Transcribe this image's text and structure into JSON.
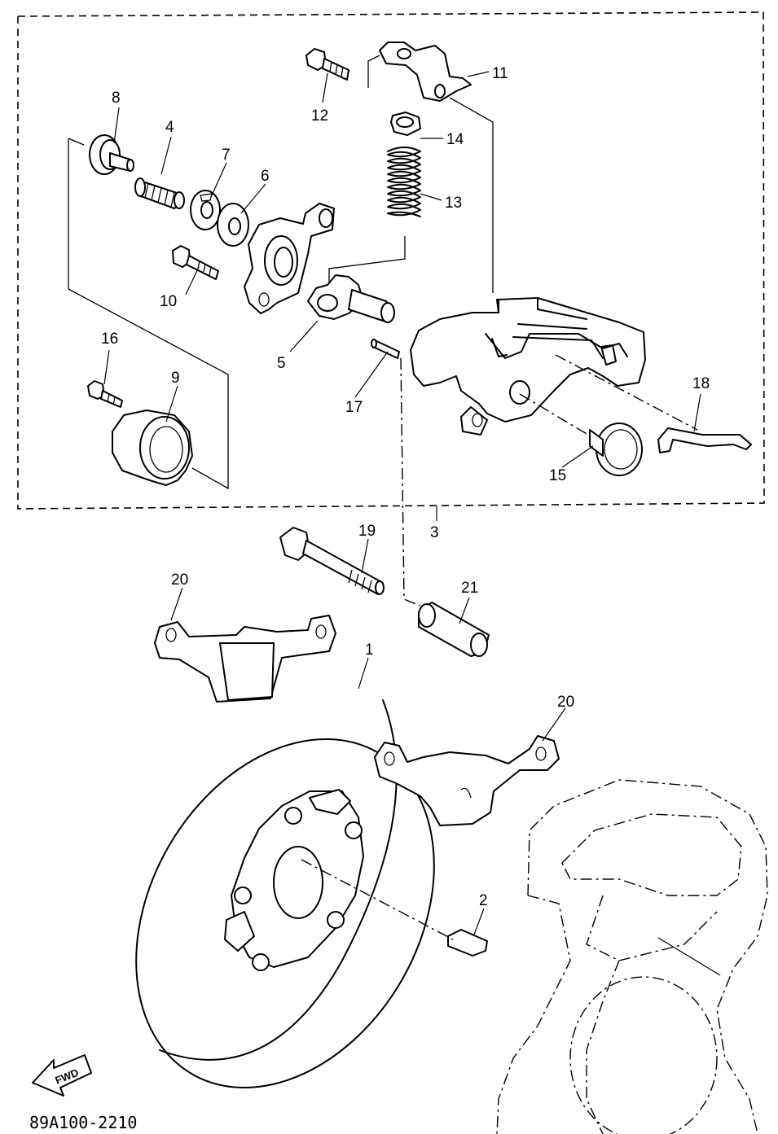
{
  "callouts": {
    "c1": "1",
    "c2": "2",
    "c3": "3",
    "c4": "4",
    "c5": "5",
    "c6": "6",
    "c7": "7",
    "c8": "8",
    "c9": "9",
    "c10": "10",
    "c11": "11",
    "c12": "12",
    "c13": "13",
    "c14": "14",
    "c15": "15",
    "c16": "16",
    "c17": "17",
    "c18": "18",
    "c19": "19",
    "c20a": "20",
    "c20b": "20",
    "c21": "21"
  },
  "direction_arrow": {
    "label": "FWD"
  },
  "drawing_code": "89A100-2210"
}
